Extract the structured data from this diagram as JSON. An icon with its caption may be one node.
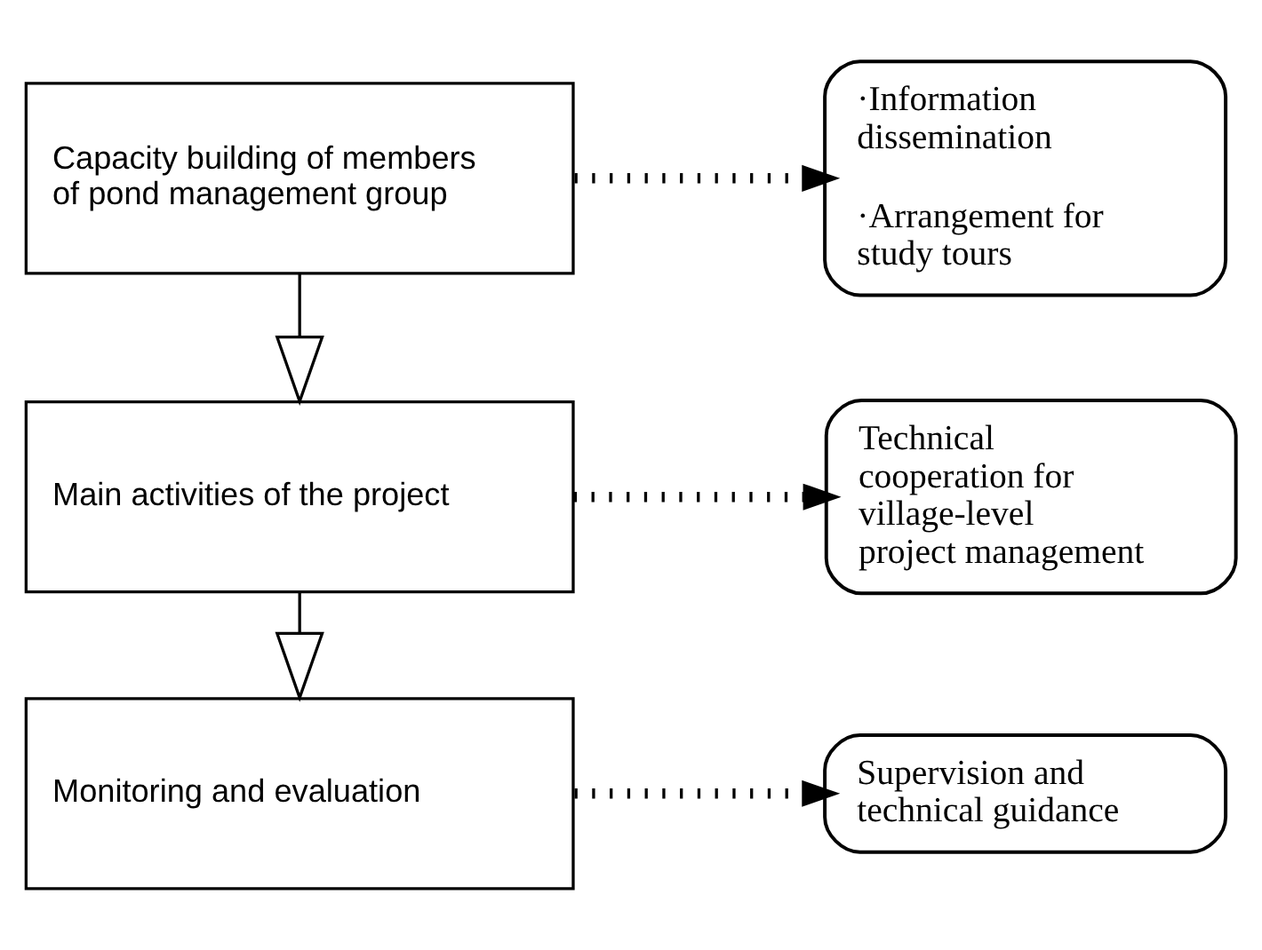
{
  "diagram": {
    "nodes": [
      {
        "text": [
          "Capacity building of members of pond management group"
        ]
      },
      {
        "text": [
          "Main activities of the project"
        ]
      },
      {
        "text": [
          "Monitoring and evaluation"
        ]
      },
      {
        "text": [
          "·Information dissemination",
          "·Arrangement for study tours"
        ]
      },
      {
        "text": [
          "Technical cooperation for village-level project management"
        ]
      },
      {
        "text": [
          "Supervision and technical guidance"
        ]
      }
    ],
    "edges": [
      {
        "from": 0,
        "to": 1,
        "arrow": "to"
      },
      {
        "from": 1,
        "to": 2,
        "arrow": "to"
      },
      {
        "from": 0,
        "to": 3,
        "arrow": "to",
        "style": "dashed"
      },
      {
        "from": 1,
        "to": 4,
        "arrow": "to",
        "style": "dashed"
      },
      {
        "from": 2,
        "to": 5,
        "arrow": "to",
        "style": "dashed"
      }
    ]
  }
}
